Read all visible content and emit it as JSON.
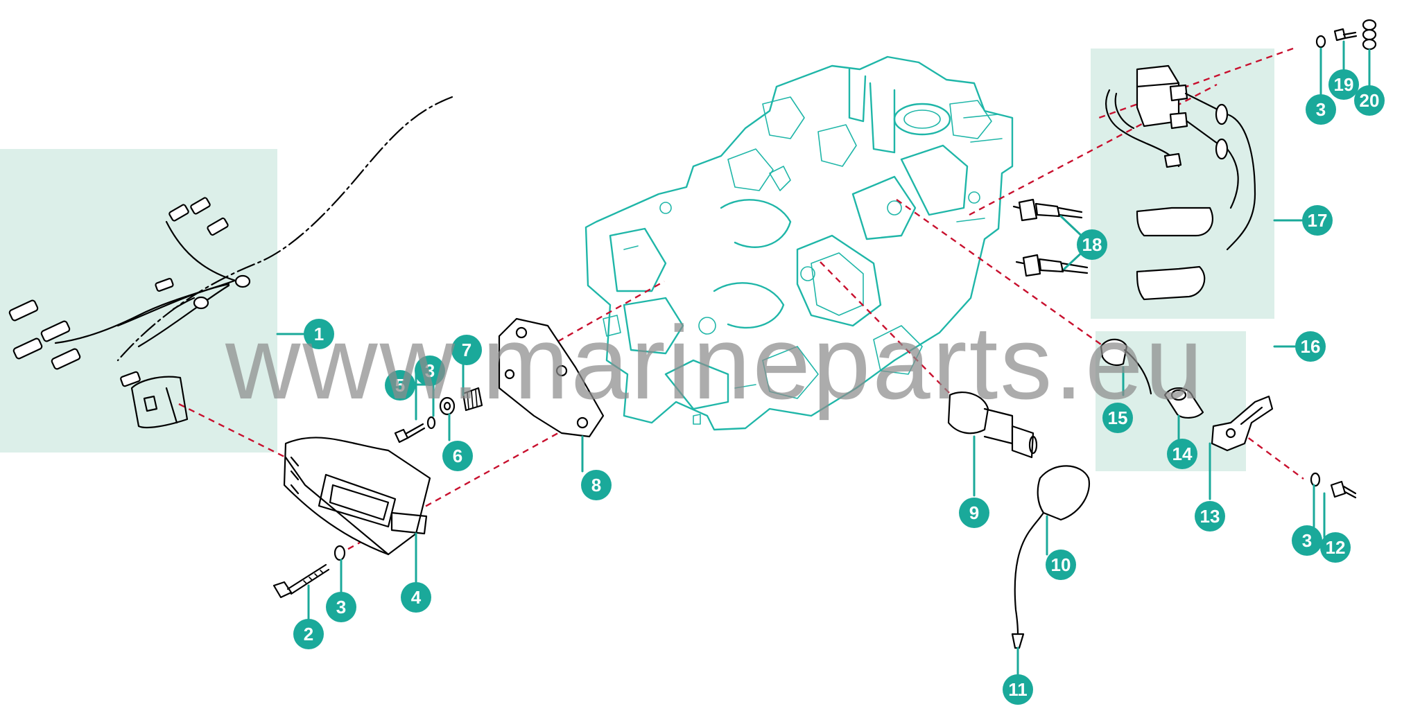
{
  "watermark": "www.marineparts.eu",
  "colors": {
    "accent": "#1aa99a",
    "engine_outline": "#1fb6a8",
    "connector_dash": "#c8102e",
    "panel_background": "#dcefe9",
    "part_outline": "#000000"
  },
  "callouts": [
    {
      "id": "c1",
      "label": "1"
    },
    {
      "id": "c2",
      "label": "2"
    },
    {
      "id": "c3a",
      "label": "3"
    },
    {
      "id": "c3b",
      "label": "3"
    },
    {
      "id": "c3c",
      "label": "3"
    },
    {
      "id": "c3d",
      "label": "3"
    },
    {
      "id": "c4",
      "label": "4"
    },
    {
      "id": "c5",
      "label": "5"
    },
    {
      "id": "c6",
      "label": "6"
    },
    {
      "id": "c7",
      "label": "7"
    },
    {
      "id": "c8",
      "label": "8"
    },
    {
      "id": "c9",
      "label": "9"
    },
    {
      "id": "c10",
      "label": "10"
    },
    {
      "id": "c11",
      "label": "11"
    },
    {
      "id": "c12",
      "label": "12"
    },
    {
      "id": "c13",
      "label": "13"
    },
    {
      "id": "c14",
      "label": "14"
    },
    {
      "id": "c15",
      "label": "15"
    },
    {
      "id": "c16",
      "label": "16"
    },
    {
      "id": "c17",
      "label": "17"
    },
    {
      "id": "c18",
      "label": "18"
    },
    {
      "id": "c19",
      "label": "19"
    },
    {
      "id": "c20",
      "label": "20"
    }
  ]
}
